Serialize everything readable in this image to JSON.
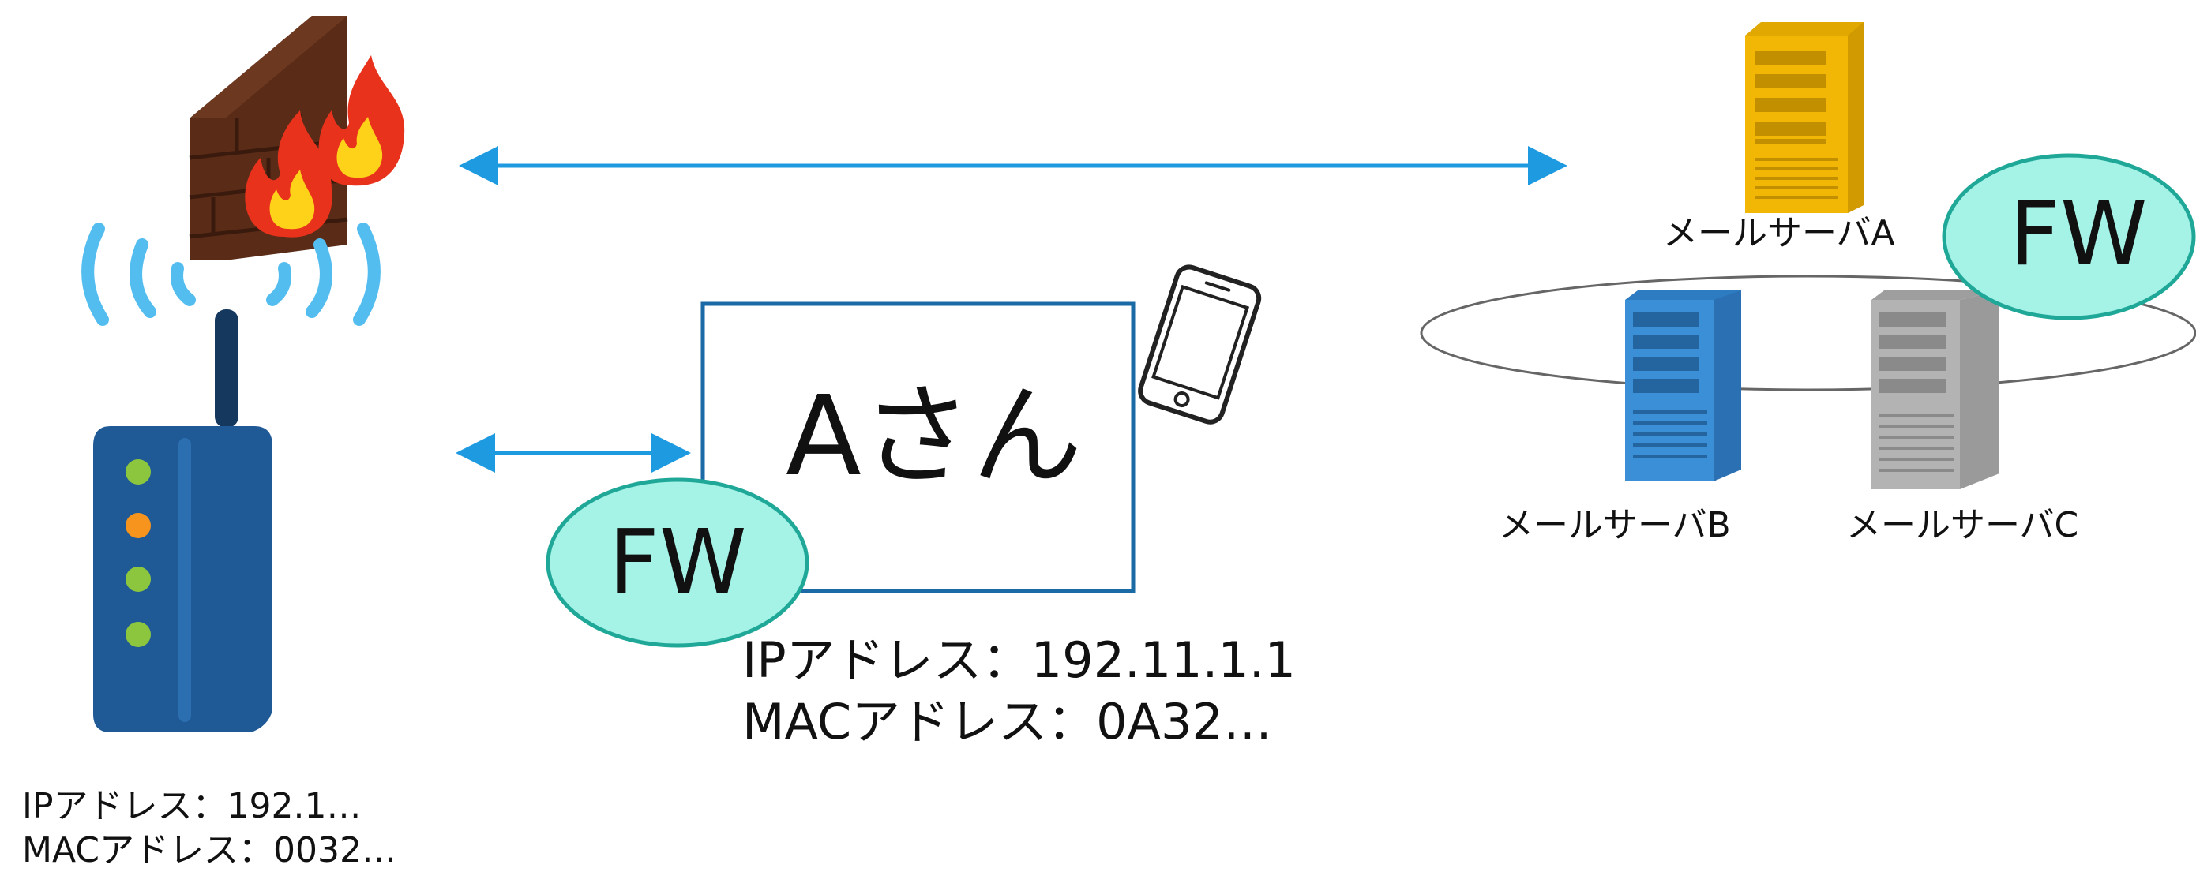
{
  "router": {
    "ip_label": "IPアドレス：192.1…",
    "mac_label": "MACアドレス：0032…"
  },
  "user": {
    "name": "Aさん",
    "firewall_label": "FW",
    "ip_label": "IPアドレス：192.11.1.1",
    "mac_label": "MACアドレス：0A32…"
  },
  "servers": {
    "a_label": "メールサーバA",
    "b_label": "メールサーバB",
    "c_label": "メールサーバC",
    "firewall_label": "FW"
  },
  "colors": {
    "arrow": "#1e9be0",
    "box_border": "#1a6aa5",
    "fw_fill": "#a5f2e6",
    "fw_stroke": "#1fa898",
    "server_a": "#f2b705",
    "server_b": "#3a8fd6",
    "server_c": "#a8a8a8",
    "router_body": "#1f5a96",
    "brick": "#5a2c18",
    "flame": "#e8321c",
    "wave": "#54bdf0"
  }
}
